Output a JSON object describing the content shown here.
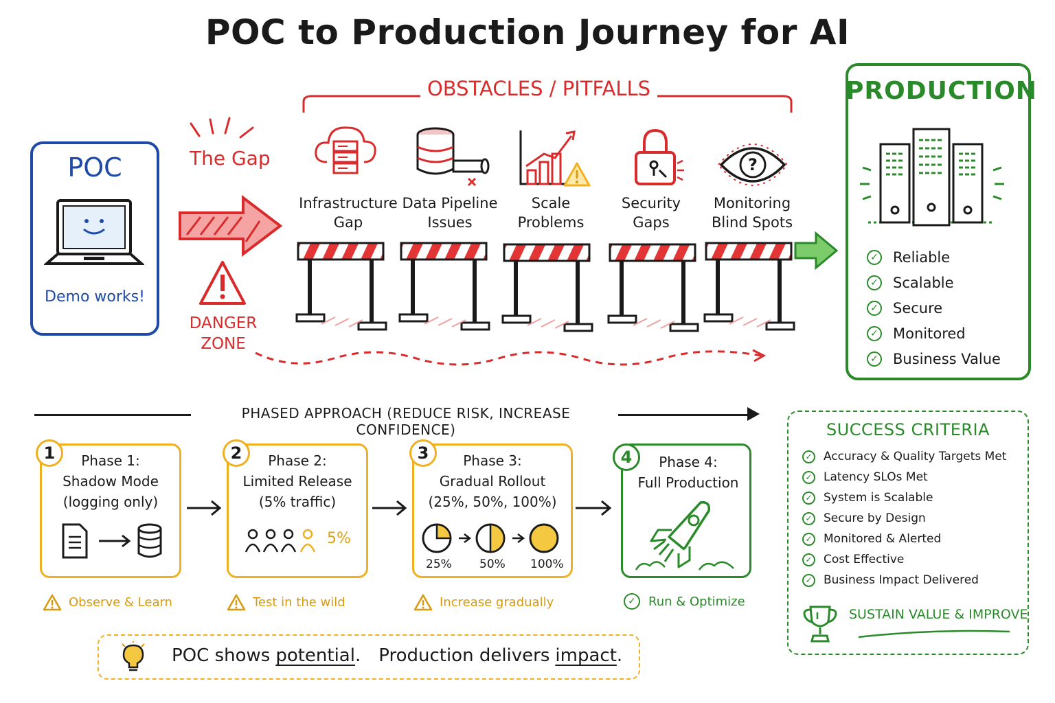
{
  "title": "POC to Production Journey for AI",
  "poc": {
    "title": "POC",
    "caption": "Demo works!"
  },
  "gap": {
    "label": "The Gap",
    "danger_line1": "DANGER",
    "danger_line2": "ZONE"
  },
  "obstacles": {
    "title": "OBSTACLES / PITFALLS",
    "items": [
      {
        "line1": "Infrastructure",
        "line2": "Gap",
        "icon": "cloud-server-icon"
      },
      {
        "line1": "Data Pipeline",
        "line2": "Issues",
        "icon": "database-pipe-icon"
      },
      {
        "line1": "Scale",
        "line2": "Problems",
        "icon": "chart-warning-icon"
      },
      {
        "line1": "Security",
        "line2": "Gaps",
        "icon": "padlock-icon"
      },
      {
        "line1": "Monitoring",
        "line2": "Blind Spots",
        "icon": "eye-question-icon"
      }
    ]
  },
  "production": {
    "title": "PRODUCTION",
    "items": [
      "Reliable",
      "Scalable",
      "Secure",
      "Monitored",
      "Business Value"
    ]
  },
  "phased": {
    "title": "PHASED APPROACH (REDUCE RISK, INCREASE CONFIDENCE)",
    "phases": [
      {
        "num": "1",
        "line1": "Phase 1:",
        "line2": "Shadow Mode",
        "line3": "(logging only)",
        "note": "Observe & Learn"
      },
      {
        "num": "2",
        "line1": "Phase 2:",
        "line2": "Limited Release",
        "line3": "(5% traffic)",
        "note": "Test in the wild",
        "pct": "5%"
      },
      {
        "num": "3",
        "line1": "Phase 3:",
        "line2": "Gradual Rollout",
        "line3": "(25%, 50%, 100%)",
        "note": "Increase gradually",
        "pies": [
          "25%",
          "50%",
          "100%"
        ]
      },
      {
        "num": "4",
        "line1": "Phase 4:",
        "line2": "Full Production",
        "note": "Run & Optimize"
      }
    ]
  },
  "success": {
    "title": "SUCCESS CRITERIA",
    "items": [
      "Accuracy & Quality Targets Met",
      "Latency SLOs Met",
      "System is Scalable",
      "Secure by Design",
      "Monitored & Alerted",
      "Cost Effective",
      "Business Impact Delivered"
    ],
    "footer": "SUSTAIN VALUE & IMPROVE"
  },
  "quote": {
    "part1": "POC shows",
    "word1": "potential",
    "part2": ".",
    "part3": "Production delivers",
    "word2": "impact",
    "part4": "."
  },
  "colors": {
    "red": "#d92b2b",
    "blue": "#1f4aa8",
    "green": "#2a8a2a",
    "amber": "#f0b020"
  }
}
